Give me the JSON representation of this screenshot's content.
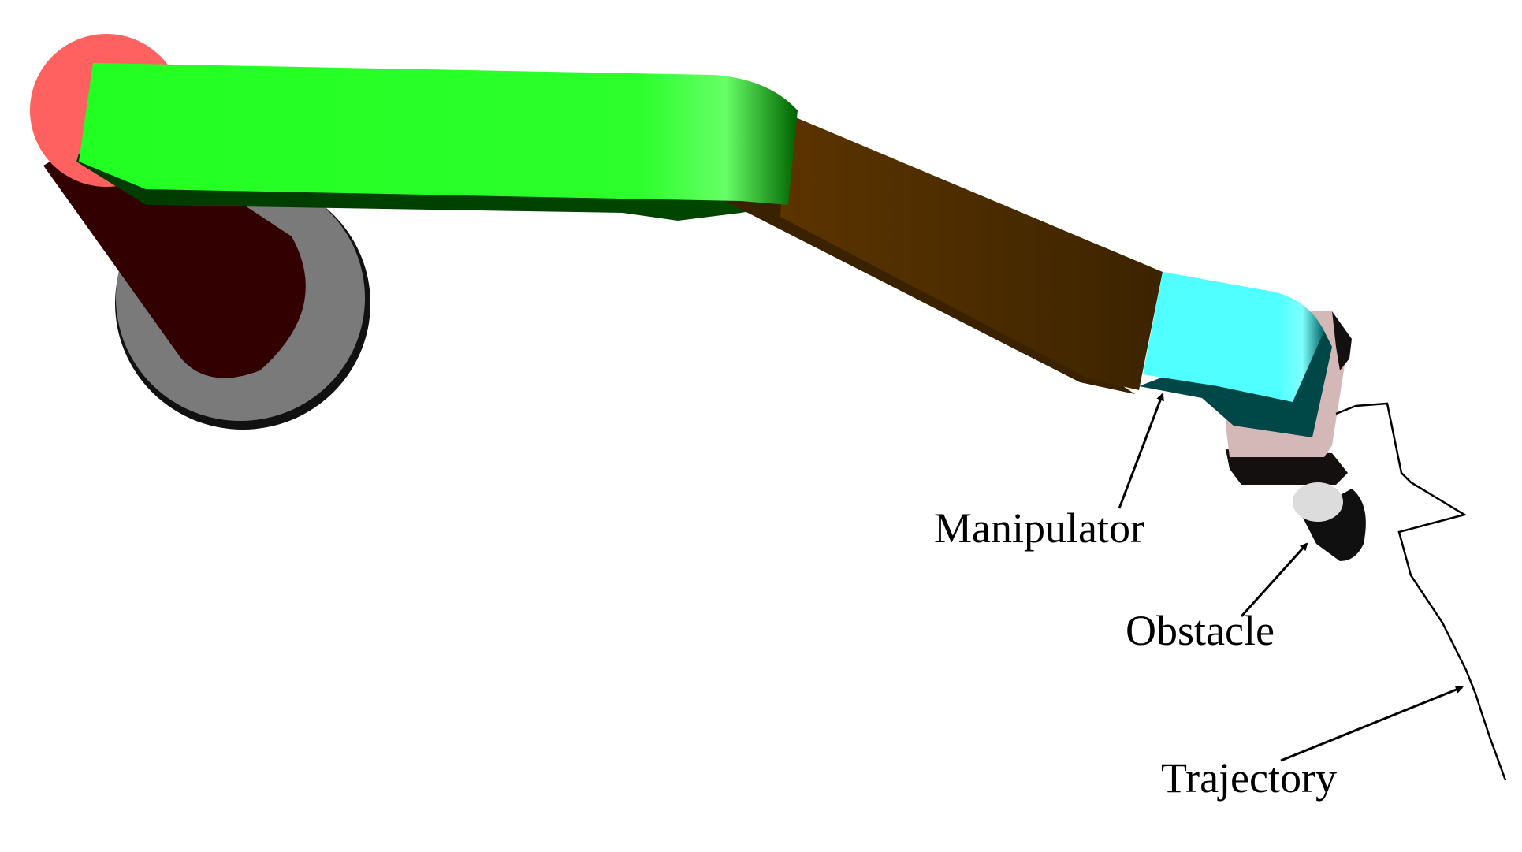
{
  "labels": {
    "manipulator": "Manipulator",
    "obstacle": "Obstacle",
    "trajectory": "Trajectory"
  },
  "colors": {
    "base_joint_top": "#ff6060",
    "base_pillar": "#320000",
    "base_disc": "#7a7a7a",
    "link1_top": "#22ff22",
    "link1_side": "#004000",
    "link2_top": "#5a3200",
    "link2_side": "#3c2400",
    "link3_top": "#50ffff",
    "link3_side": "#004848",
    "end_effector": "#d4b8b8",
    "end_effector_dark": "#141010",
    "obstacle_cap": "#dcdcdc",
    "obstacle_body": "#101010",
    "trajectory_line": "#000000",
    "arrow": "#000000"
  }
}
